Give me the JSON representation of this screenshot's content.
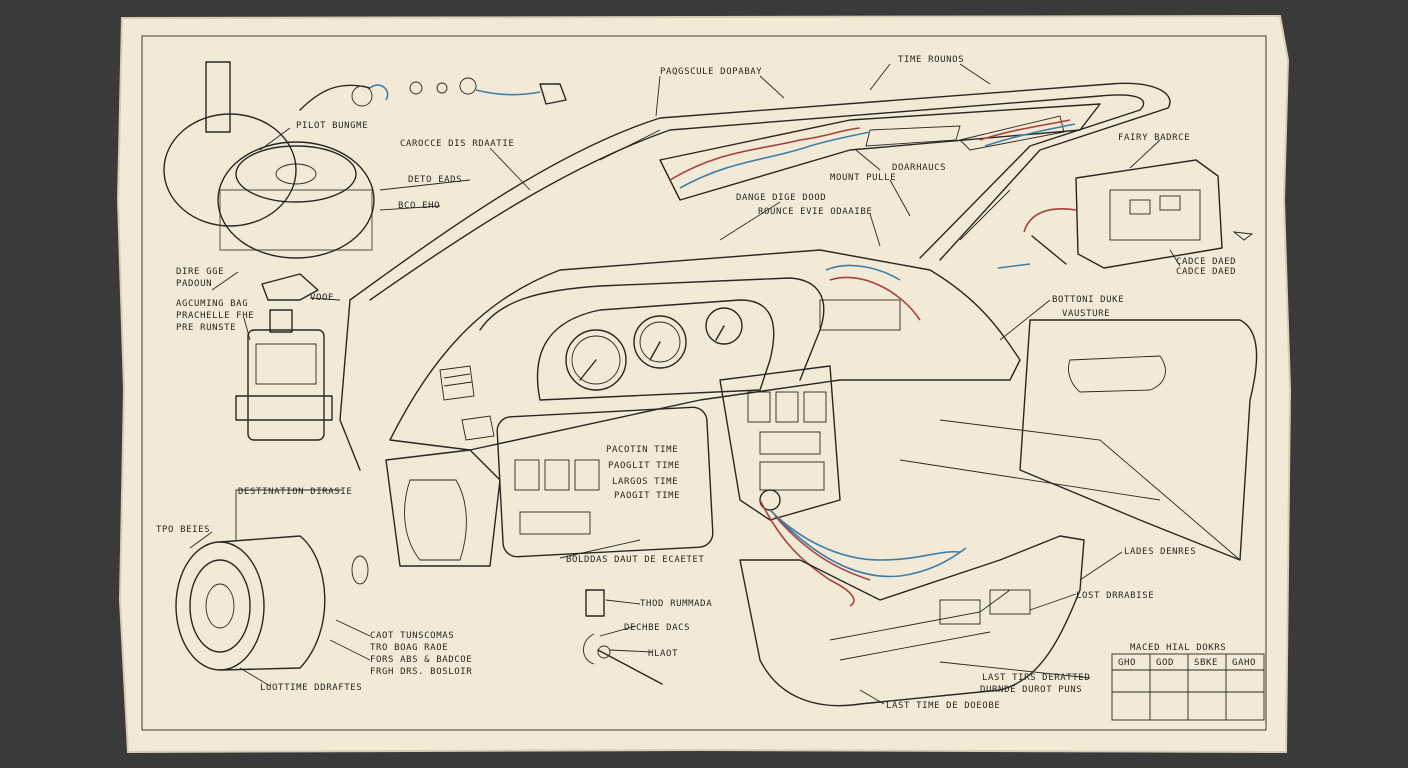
{
  "colors": {
    "background": "#3a3a3a",
    "paper": "#f2ead7",
    "ink": "#2b2620",
    "wire_red": "#a8403a",
    "wire_blue": "#3e7fa8"
  },
  "labels": {
    "top_center": "PAQGSCULE DOPABAY",
    "top_right": "TIME ROUNOS",
    "pilot": "PILOT BUNGME",
    "carocce": "CAROCCE DIS RDAATIE",
    "deto": "DETO EADS",
    "bco": "BCO EHO",
    "dine1": "DIRE GGE",
    "dine2": "PADOUN",
    "knob": "VOOE",
    "acc1": "AGCUMING BAG",
    "acc2": "PRACHELLE FHE",
    "acc3": "PRE RUNSTE",
    "dance": "DOARHAUCS",
    "mount": "MOUNT PULLE",
    "dange": "DANGE DIGE DOOD",
    "rounce": "ROUNCE EVIE ODAAIBE",
    "fairy": "FAIRY BADRCE",
    "cadce1": "CADCE DAED",
    "cadce2": "CADCE DAED",
    "bottoni": "BOTTONI DUKE",
    "bottoni_sub": "VAUSTURE",
    "destination": "DESTINATION DIRASIE",
    "tpo": "TPO BEIES",
    "gauge_panel_1": "PACOTIN TIME",
    "gauge_panel_2": "PAOGLIT TIME",
    "gauge_panel_3": "LARGOS TIME",
    "gauge_panel_4": "PAOGIT TIME",
    "bolddas": "BOLDDAS DAUT DE ECAETET",
    "tho": "THOD RUMMADA",
    "dechbe": "DECHBE DACS",
    "hlaot": "HLAOT",
    "cact1": "CAOT TUNSCOMAS",
    "cact2": "TRO BOAG RAOE",
    "cact3": "FORS ABS & BADCOE",
    "cact4": "FRGH DRS. BOSLOIR",
    "bottom_left": "LUOTTIME DDRAFTES",
    "ladies": "LADES DENRES",
    "lost": "LOST DRRABISE",
    "last1": "LAST TIRS DERATTED",
    "last2": "DURNDE DUROT PUNS",
    "last3": "LAST TIME DE DOEOBE"
  },
  "title_block": {
    "title": "MACED HIAL DOKRS",
    "cols": [
      "GHO",
      "GOD",
      "SBKE",
      "GAHO"
    ]
  }
}
